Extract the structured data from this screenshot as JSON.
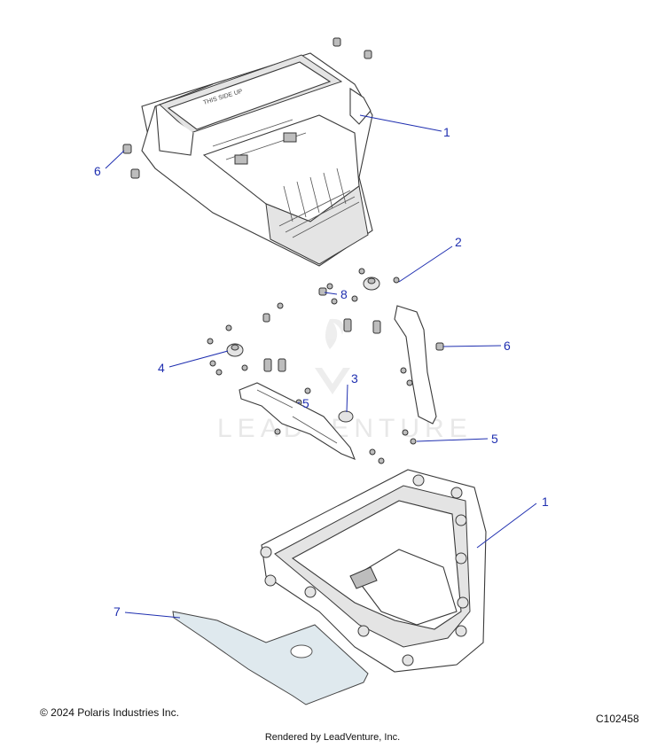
{
  "diagram": {
    "callouts": [
      {
        "label": "1"
      },
      {
        "label": "6"
      },
      {
        "label": "2"
      },
      {
        "label": "8"
      },
      {
        "label": "6"
      },
      {
        "label": "4"
      },
      {
        "label": "3"
      },
      {
        "label": "5"
      },
      {
        "label": "5"
      },
      {
        "label": "1"
      },
      {
        "label": "7"
      }
    ],
    "watermark": "LEADVENTURE",
    "embossed_text": "THIS SIDE UP"
  },
  "footer": {
    "copyright": "© 2024 Polaris Industries Inc.",
    "diagram_id": "C102458",
    "rendered_by": "Rendered by LeadVenture, Inc."
  }
}
